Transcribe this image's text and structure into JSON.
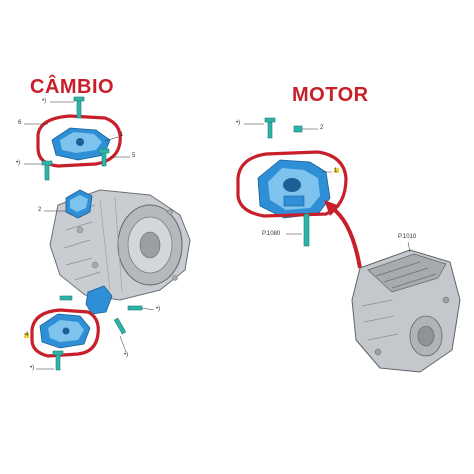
{
  "titles": {
    "cambio": "CÂMBIO",
    "motor": "MOTOR"
  },
  "callouts": {
    "c_plus1": "•)",
    "c_6": "6",
    "c_1": "1",
    "c_plus2": "•)",
    "c_5": "5",
    "c_2": "2",
    "c_4": "4",
    "c_plus3": "•)",
    "c_plus4": "•)",
    "c_plus5": "•)",
    "m_plus1": "•)",
    "m_2": "2",
    "m_1": "1",
    "m_p1080": "P.1080",
    "m_p1010": "P.1010"
  },
  "colors": {
    "highlight_red": "#c8202a",
    "part_blue": "#2f8fd6",
    "part_blue_light": "#7ec3ee",
    "engine_gray": "#9a9fa4",
    "marker_yellow": "#f2d23a"
  }
}
